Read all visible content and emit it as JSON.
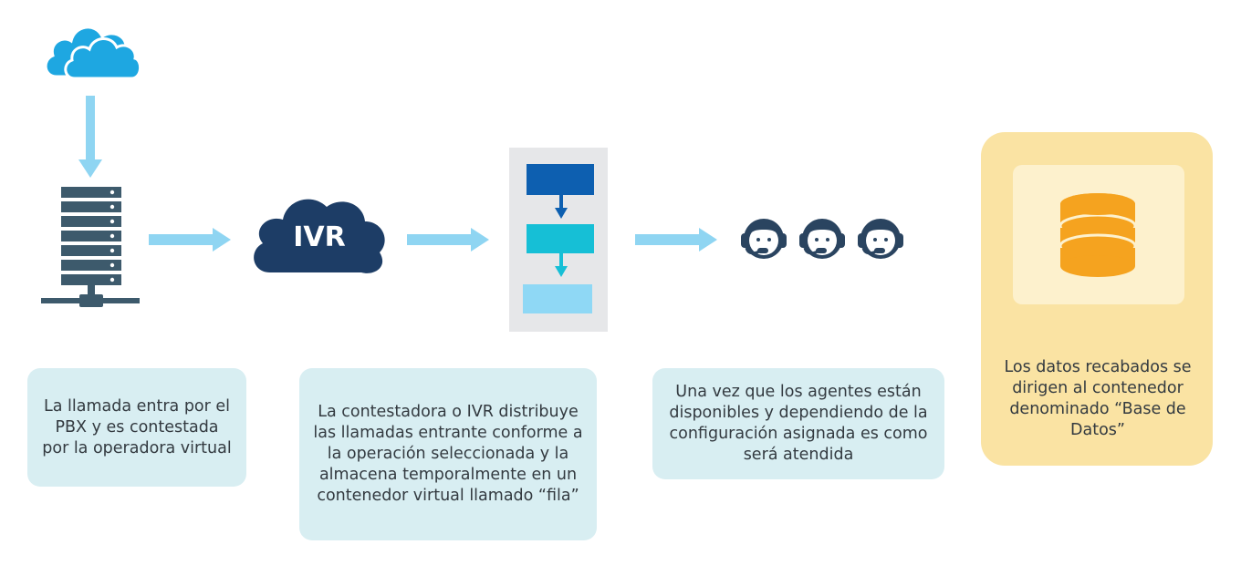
{
  "diagram": {
    "ivr_label": "IVR",
    "steps": [
      {
        "text": "La llamada entra por el PBX y es contestada por la operadora virtual"
      },
      {
        "text": "La contestadora o IVR distribuye las llamadas entrante conforme a la operación seleccionada y la almacena temporalmente en un contenedor virtual llamado “fila”"
      },
      {
        "text": "Una vez que los agentes están disponibles y dependiendo de la configuración asignada es como será atendida"
      },
      {
        "text": "Los datos recabados se dirigen al contenedor denominado “Base de Datos”"
      }
    ],
    "colors": {
      "cloud": "#1ea7e1",
      "server": "#3d5a6c",
      "ivr_cloud": "#1d3d66",
      "arrow": "#8fd5f2",
      "queue_bg": "#e6e7e9",
      "queue_top": "#0d5fb0",
      "queue_mid": "#16bfd6",
      "queue_bottom": "#8fd8f5",
      "agent": "#2a4460",
      "database": "#f5a31f",
      "panel": "#fae3a3",
      "text_box": "#d8eef2"
    },
    "icons": [
      "cloud-icon",
      "server-icon",
      "ivr-cloud-icon",
      "queue-flow-icon",
      "agent-headset-icon",
      "database-icon"
    ]
  }
}
